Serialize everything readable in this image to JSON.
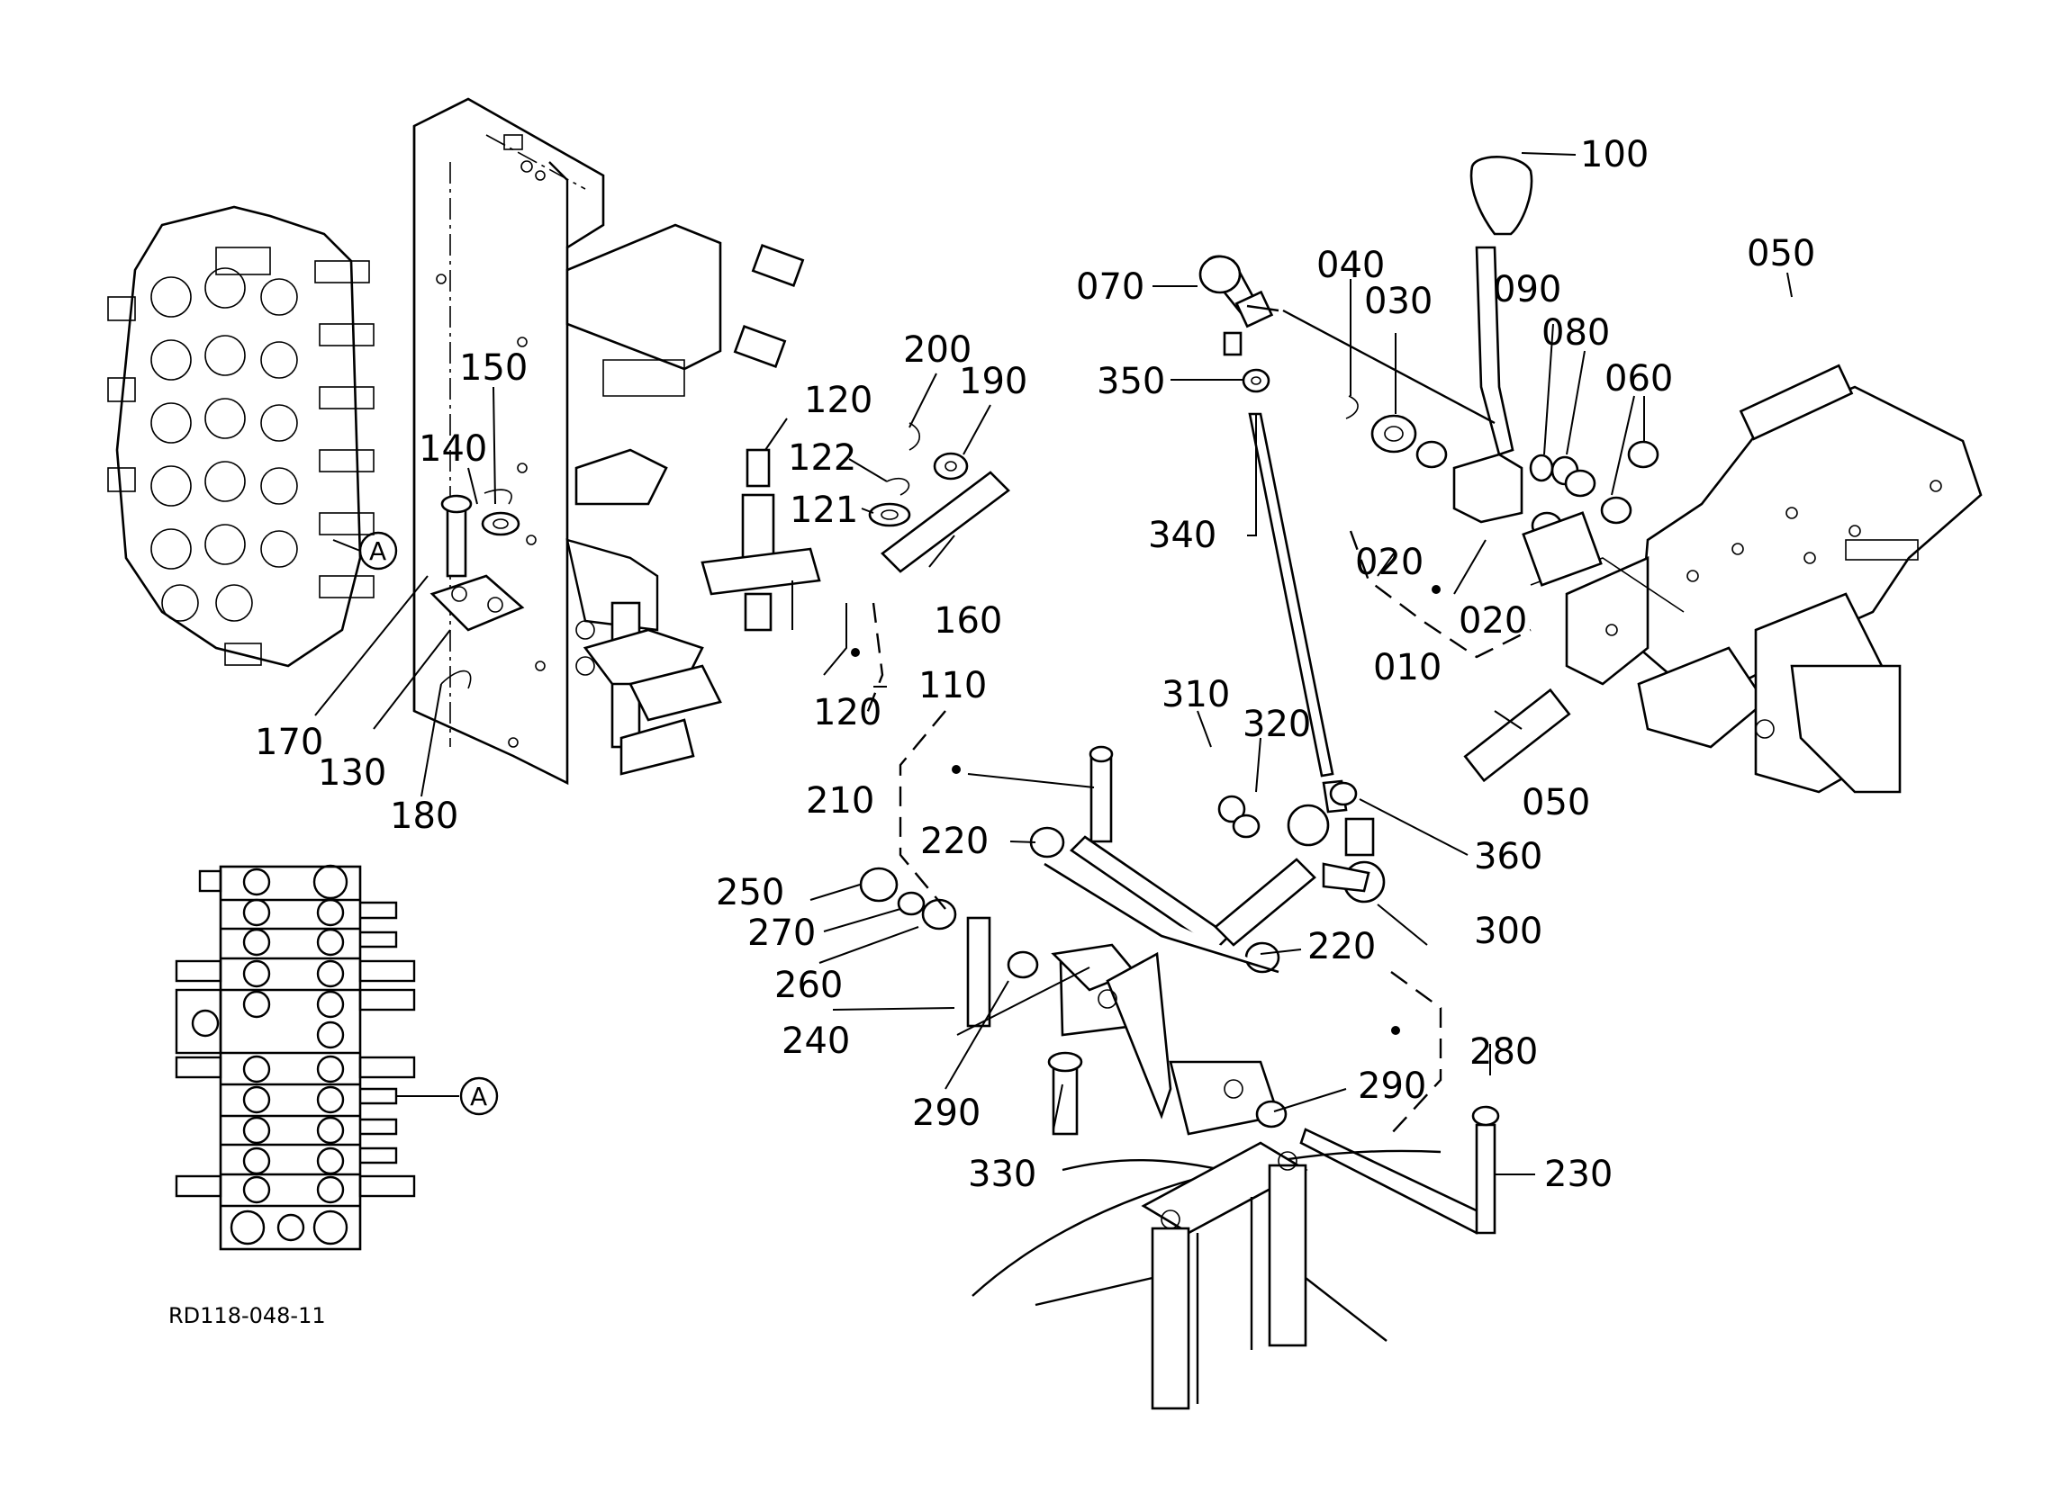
{
  "diagram": {
    "drawing_code": "RD118-048-11",
    "callout_letter": "A",
    "part_labels": [
      "100",
      "050",
      "070",
      "040",
      "030",
      "090",
      "080",
      "060",
      "350",
      "200",
      "190",
      "150",
      "120",
      "122",
      "140",
      "121",
      "340",
      "020",
      "020",
      "010",
      "160",
      "110",
      "120",
      "170",
      "130",
      "180",
      "310",
      "320",
      "050",
      "210",
      "220",
      "360",
      "250",
      "270",
      "300",
      "220",
      "260",
      "240",
      "280",
      "290",
      "290",
      "330",
      "230"
    ]
  }
}
